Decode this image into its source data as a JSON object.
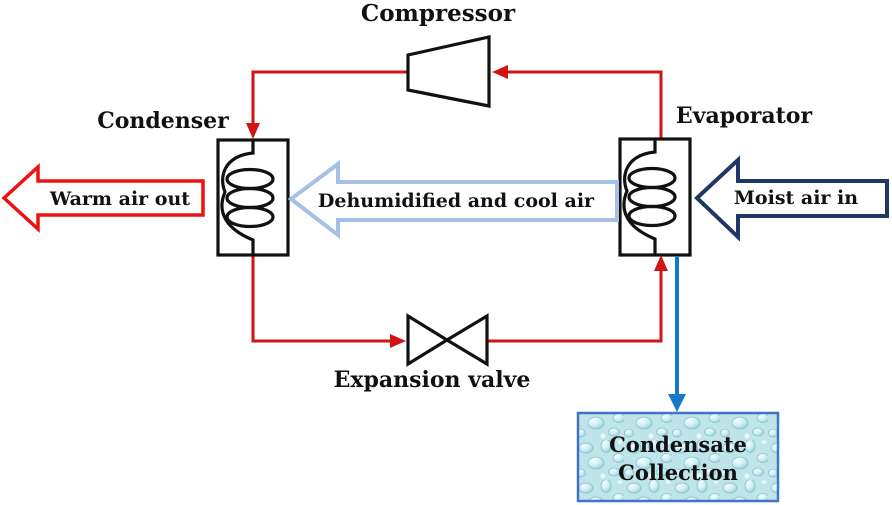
{
  "components": {
    "compressor": "Compressor",
    "condenser": "Condenser",
    "evaporator": "Evaporator",
    "expansion_valve": "Expansion valve",
    "condensate_collection_lines": [
      "Condensate",
      "Collection"
    ]
  },
  "flows": {
    "warm_air_out": "Warm air out",
    "dehumidified_cool_air": "Dehumidified and cool air",
    "moist_air_in": "Moist air in"
  },
  "colors": {
    "refrigerant_line": "#d11515",
    "warm_air_arrow_outline": "#ee1111",
    "cool_air_arrow_outline": "#a5c0e5",
    "moist_air_arrow_outline": "#1f3864",
    "condensate_arrow": "#1878c8",
    "condensate_box_border": "#4472c4",
    "condensate_box_fill": "#bfe5eb",
    "component_outline": "#111111"
  }
}
